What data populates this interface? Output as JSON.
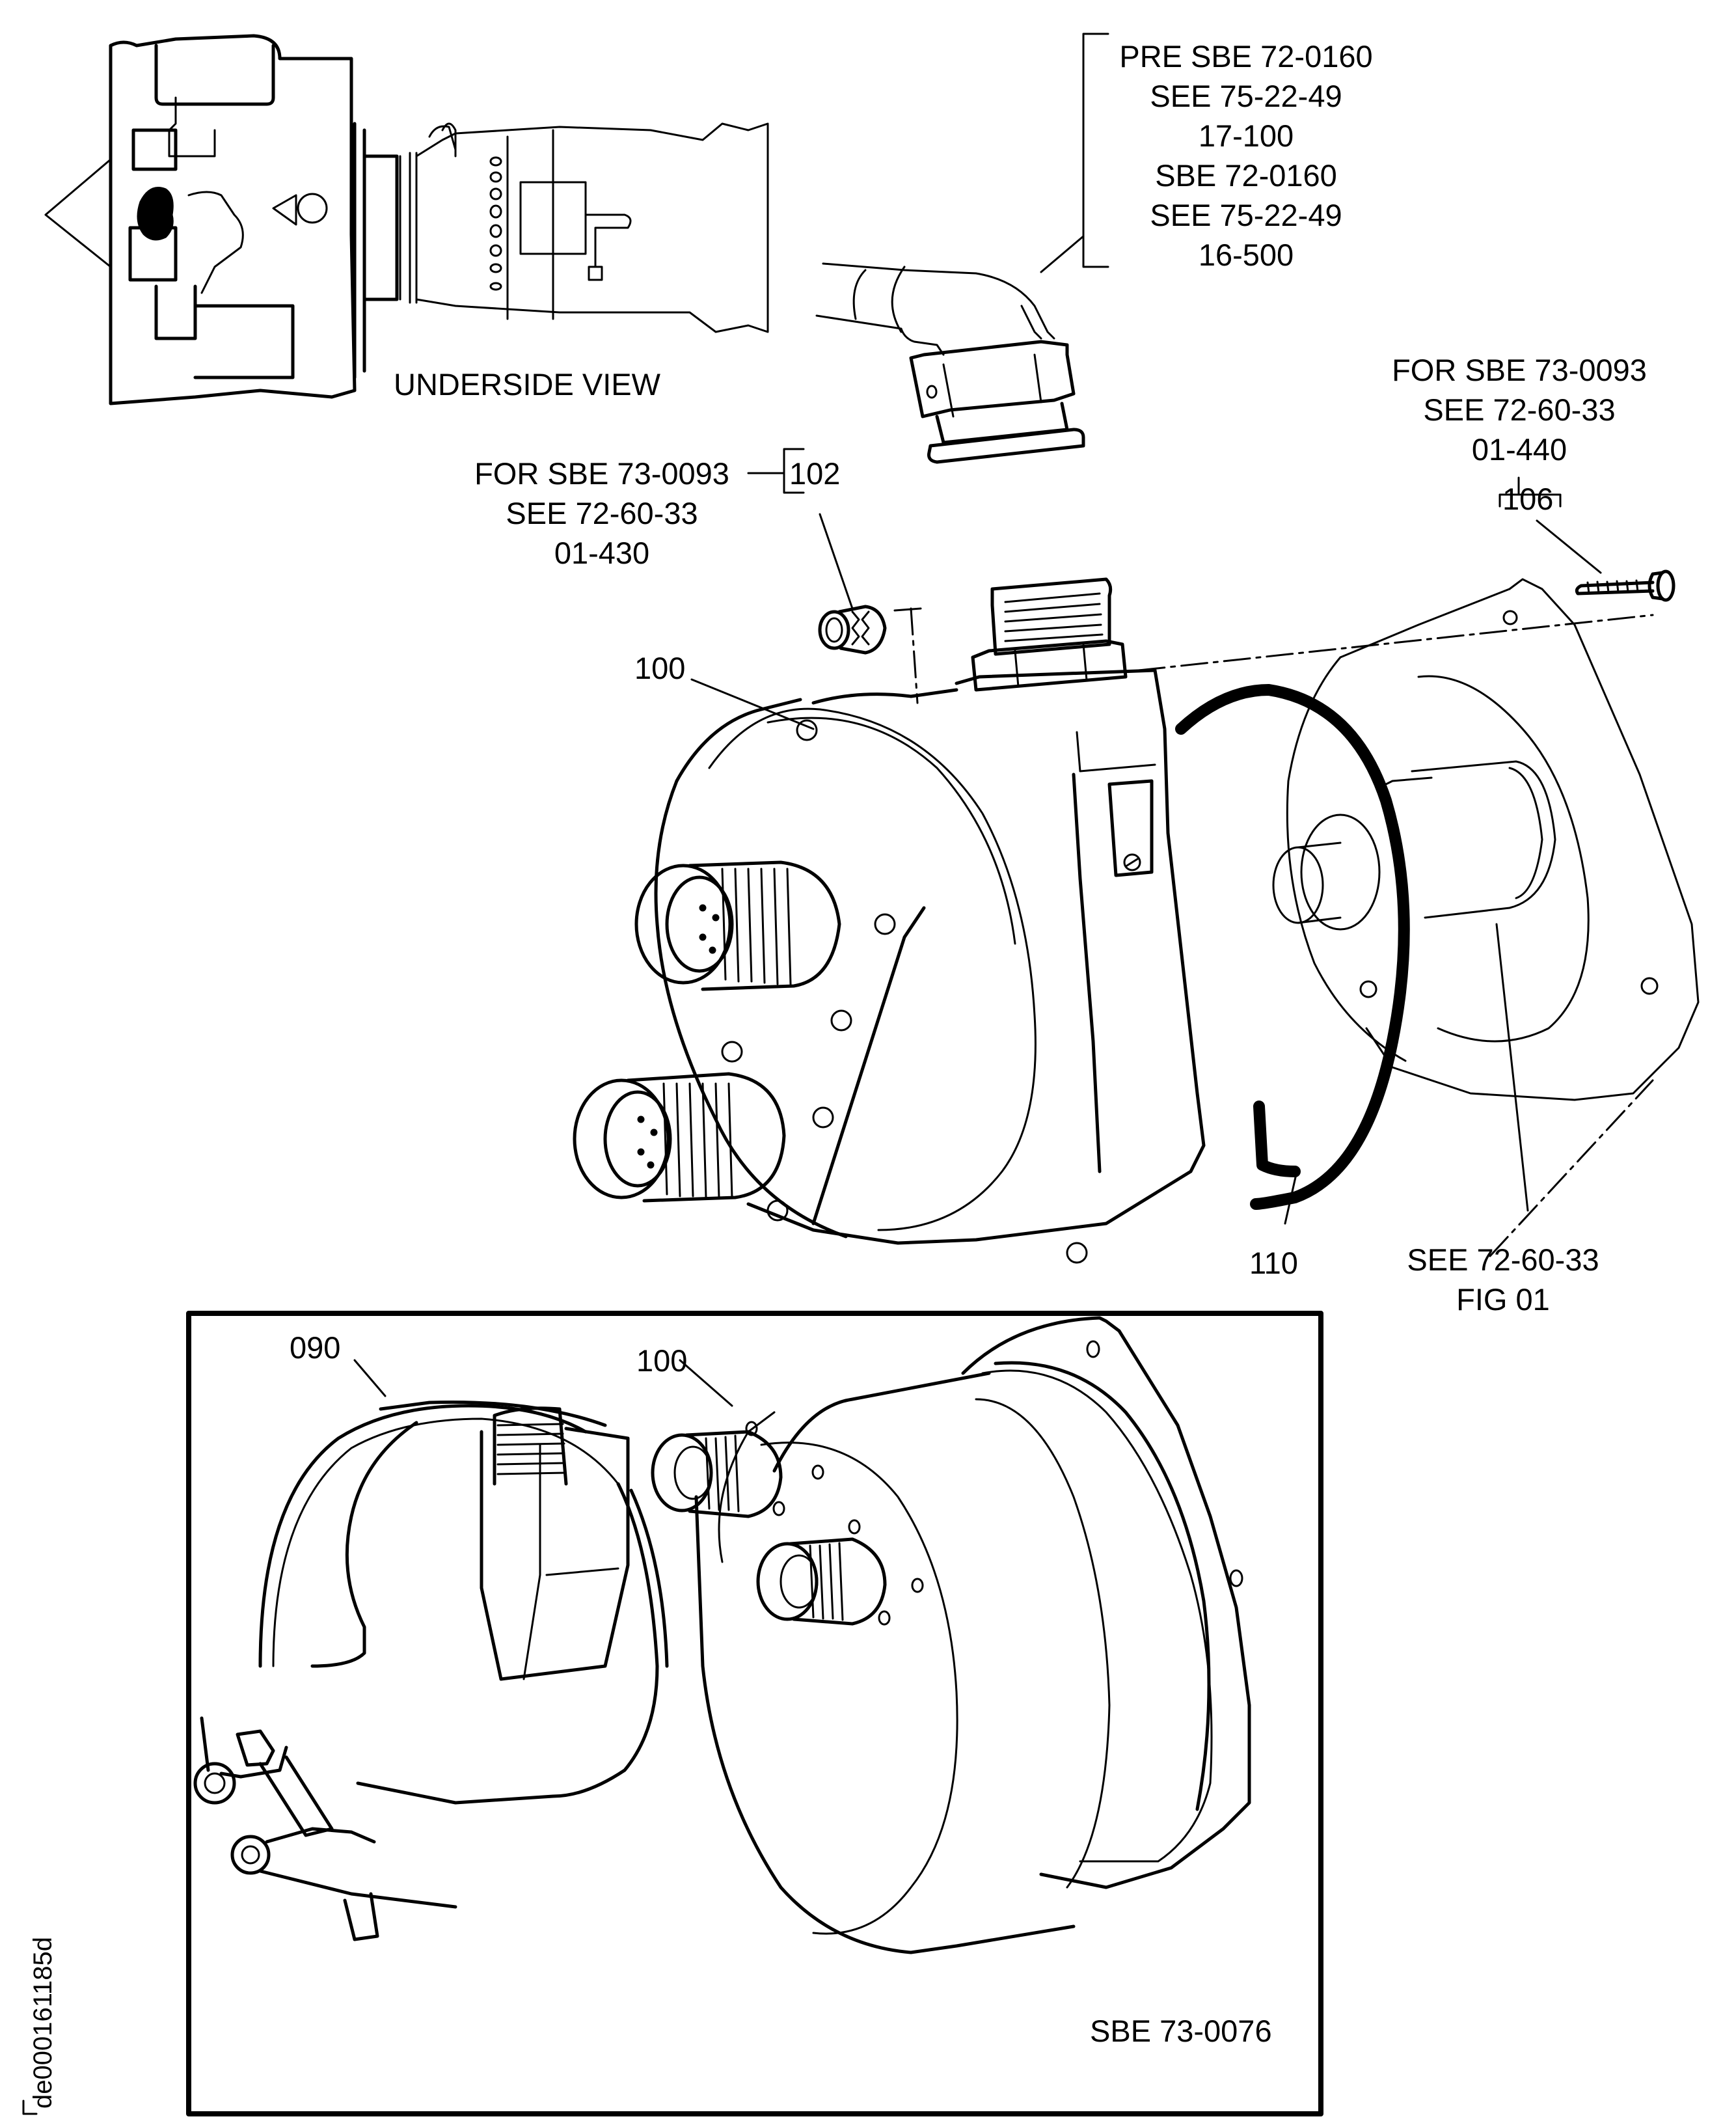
{
  "document": {
    "type": "illustrated parts catalog figure",
    "drawing_id": "de000161185d"
  },
  "inset_view": {
    "caption": "UNDERSIDE VIEW"
  },
  "callouts": {
    "pre_sbe_block": [
      "PRE SBE 72-0160",
      "SEE 75-22-49",
      "17-100",
      "SBE 72-0160",
      "SEE 75-22-49",
      "16-500"
    ],
    "item_106_note": [
      "FOR SBE 73-0093",
      "SEE 72-60-33",
      "01-440"
    ],
    "item_106": "106",
    "item_102_note": [
      "FOR SBE 73-0093",
      "SEE 72-60-33",
      "01-430"
    ],
    "item_102": "102",
    "item_100_main": "100",
    "item_110": "110",
    "see_fig": [
      "SEE 72-60-33",
      "FIG 01"
    ],
    "detail_item_090": "090",
    "detail_item_100": "100",
    "detail_caption": "SBE 73-0076"
  }
}
